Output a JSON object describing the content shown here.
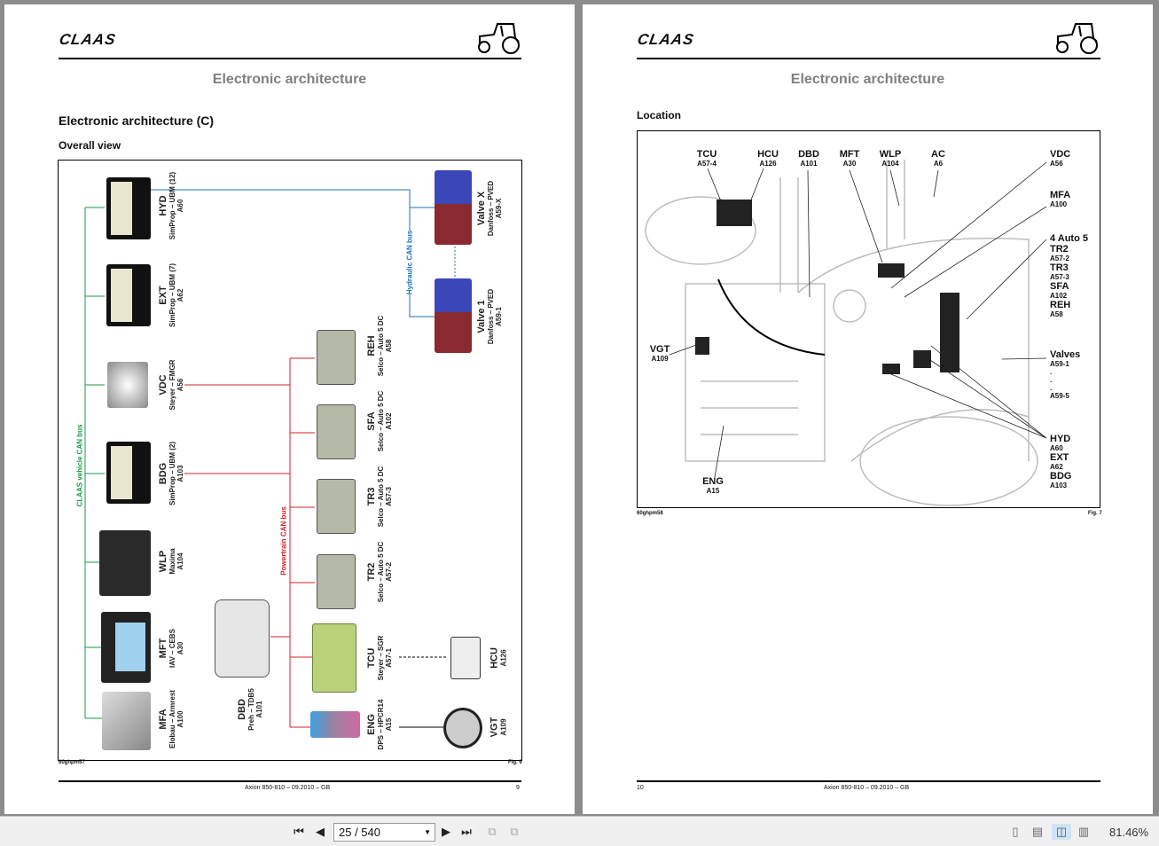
{
  "left_page": {
    "logo": "CLAAS",
    "header_title": "Electronic architecture",
    "section_title": "Electronic architecture (C)",
    "subtitle": "Overall view",
    "figure_id": "60ghpm57",
    "figure_label": "Fig. 6",
    "footer_text": "Axion 850-810 – 09.2010 – GB",
    "page_number": "9",
    "bus_labels": {
      "vehicle": "CLAAS vehicle CAN bus",
      "hydraulic": "Hydraulic CAN bus",
      "powertrain": "Powertrain CAN bus"
    },
    "components": [
      {
        "name": "HYD",
        "model": "SimProp – UBM (12)",
        "code": "A60"
      },
      {
        "name": "EXT",
        "model": "SimProp – UBM (7)",
        "code": "A62"
      },
      {
        "name": "VDC",
        "model": "Steyer – FMGR",
        "code": "A56"
      },
      {
        "name": "BDG",
        "model": "SimProp – UBM (2)",
        "code": "A103"
      },
      {
        "name": "WLP",
        "model": "Maxima",
        "code": "A104"
      },
      {
        "name": "MFT",
        "model": "IAV – CEBS",
        "code": "A30"
      },
      {
        "name": "MFA",
        "model": "Elobau – Armrest",
        "code": "A100"
      },
      {
        "name": "DBD",
        "model": "Preh – TDB5",
        "code": "A101"
      },
      {
        "name": "Valve X",
        "model": "Danfoss – PVED",
        "code": "A59-X"
      },
      {
        "name": "Valve 1",
        "model": "Danfoss – PVED",
        "code": "A59-1"
      },
      {
        "name": "REH",
        "model": "Selco – Auto 5 DC",
        "code": "A58"
      },
      {
        "name": "SFA",
        "model": "Selco – Auto 5 DC",
        "code": "A102"
      },
      {
        "name": "TR3",
        "model": "Selco – Auto 5 DC",
        "code": "A57-3"
      },
      {
        "name": "TR2",
        "model": "Selco – Auto 5 DC",
        "code": "A57-2"
      },
      {
        "name": "TCU",
        "model": "Steyer – SGR",
        "code": "A57-1"
      },
      {
        "name": "ENG",
        "model": "DPS – HPCR14",
        "code": "A15"
      },
      {
        "name": "HCU",
        "code": "A126"
      },
      {
        "name": "VGT",
        "code": "A109"
      }
    ],
    "colors": {
      "vehicle_bus": "#1a9a4a",
      "hydraulic_bus": "#1b6fb8",
      "powertrain_bus": "#d9202a"
    }
  },
  "right_page": {
    "logo": "CLAAS",
    "header_title": "Electronic architecture",
    "section_title": "Location",
    "figure_id": "60ghpm58",
    "figure_label": "Fig. 7",
    "footer_text": "Axion 850-810 – 09.2010 – GB",
    "page_number": "10",
    "top_labels": [
      {
        "name": "TCU",
        "code": "A57-4"
      },
      {
        "name": "HCU",
        "code": "A126"
      },
      {
        "name": "DBD",
        "code": "A101"
      },
      {
        "name": "MFT",
        "code": "A30"
      },
      {
        "name": "WLP",
        "code": "A104"
      },
      {
        "name": "AC",
        "code": "A6"
      }
    ],
    "right_labels": {
      "vdc": {
        "name": "VDC",
        "code": "A56"
      },
      "mfa": {
        "name": "MFA",
        "code": "A100"
      },
      "auto5": {
        "title": "4 Auto 5",
        "tr2": "TR2",
        "tr2_code": "A57-2",
        "tr3": "TR3",
        "tr3_code": "A57-3",
        "sfa": "SFA",
        "sfa_code": "A102",
        "reh": "REH",
        "reh_code": "A58"
      },
      "valves": {
        "name": "Valves",
        "code_start": "A59-1",
        "dot": ".",
        "code_end": "A59-5"
      },
      "ubm": {
        "hyd": "HYD",
        "hyd_code": "A60",
        "ext": "EXT",
        "ext_code": "A62",
        "bdg": "BDG",
        "bdg_code": "A103"
      }
    },
    "vgt": {
      "name": "VGT",
      "code": "A109"
    },
    "eng": {
      "name": "ENG",
      "code": "A15"
    }
  },
  "toolbar": {
    "page_value": "25 / 540",
    "zoom": "81.46%"
  }
}
